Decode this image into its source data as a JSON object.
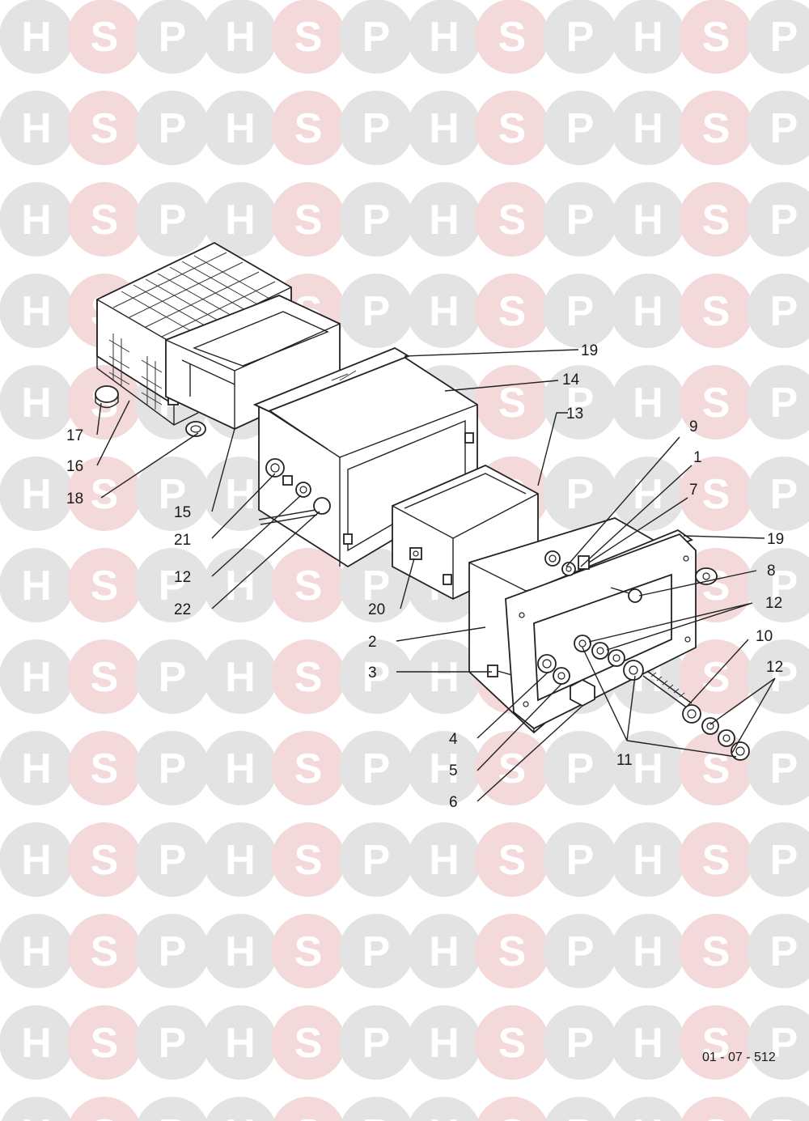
{
  "watermark": {
    "letters": [
      "H",
      "S",
      "P"
    ],
    "color_neutral": "#e3e3e3",
    "color_accent": "#f3d9d9"
  },
  "drawing_ref": "01 - 07 - 512",
  "callouts": [
    {
      "id": "c1",
      "text": "1"
    },
    {
      "id": "c2",
      "text": "2"
    },
    {
      "id": "c3",
      "text": "3"
    },
    {
      "id": "c4",
      "text": "4"
    },
    {
      "id": "c5",
      "text": "5"
    },
    {
      "id": "c6",
      "text": "6"
    },
    {
      "id": "c7",
      "text": "7"
    },
    {
      "id": "c8",
      "text": "8"
    },
    {
      "id": "c9",
      "text": "9"
    },
    {
      "id": "c10",
      "text": "10"
    },
    {
      "id": "c11",
      "text": "11"
    },
    {
      "id": "c12a",
      "text": "12"
    },
    {
      "id": "c12b",
      "text": "12"
    },
    {
      "id": "c12c",
      "text": "12"
    },
    {
      "id": "c13",
      "text": "13"
    },
    {
      "id": "c14",
      "text": "14"
    },
    {
      "id": "c15",
      "text": "15"
    },
    {
      "id": "c16",
      "text": "16"
    },
    {
      "id": "c17",
      "text": "17"
    },
    {
      "id": "c18",
      "text": "18"
    },
    {
      "id": "c19a",
      "text": "19"
    },
    {
      "id": "c19b",
      "text": "19"
    },
    {
      "id": "c20",
      "text": "20"
    },
    {
      "id": "c21",
      "text": "21"
    },
    {
      "id": "c22",
      "text": "22"
    }
  ]
}
